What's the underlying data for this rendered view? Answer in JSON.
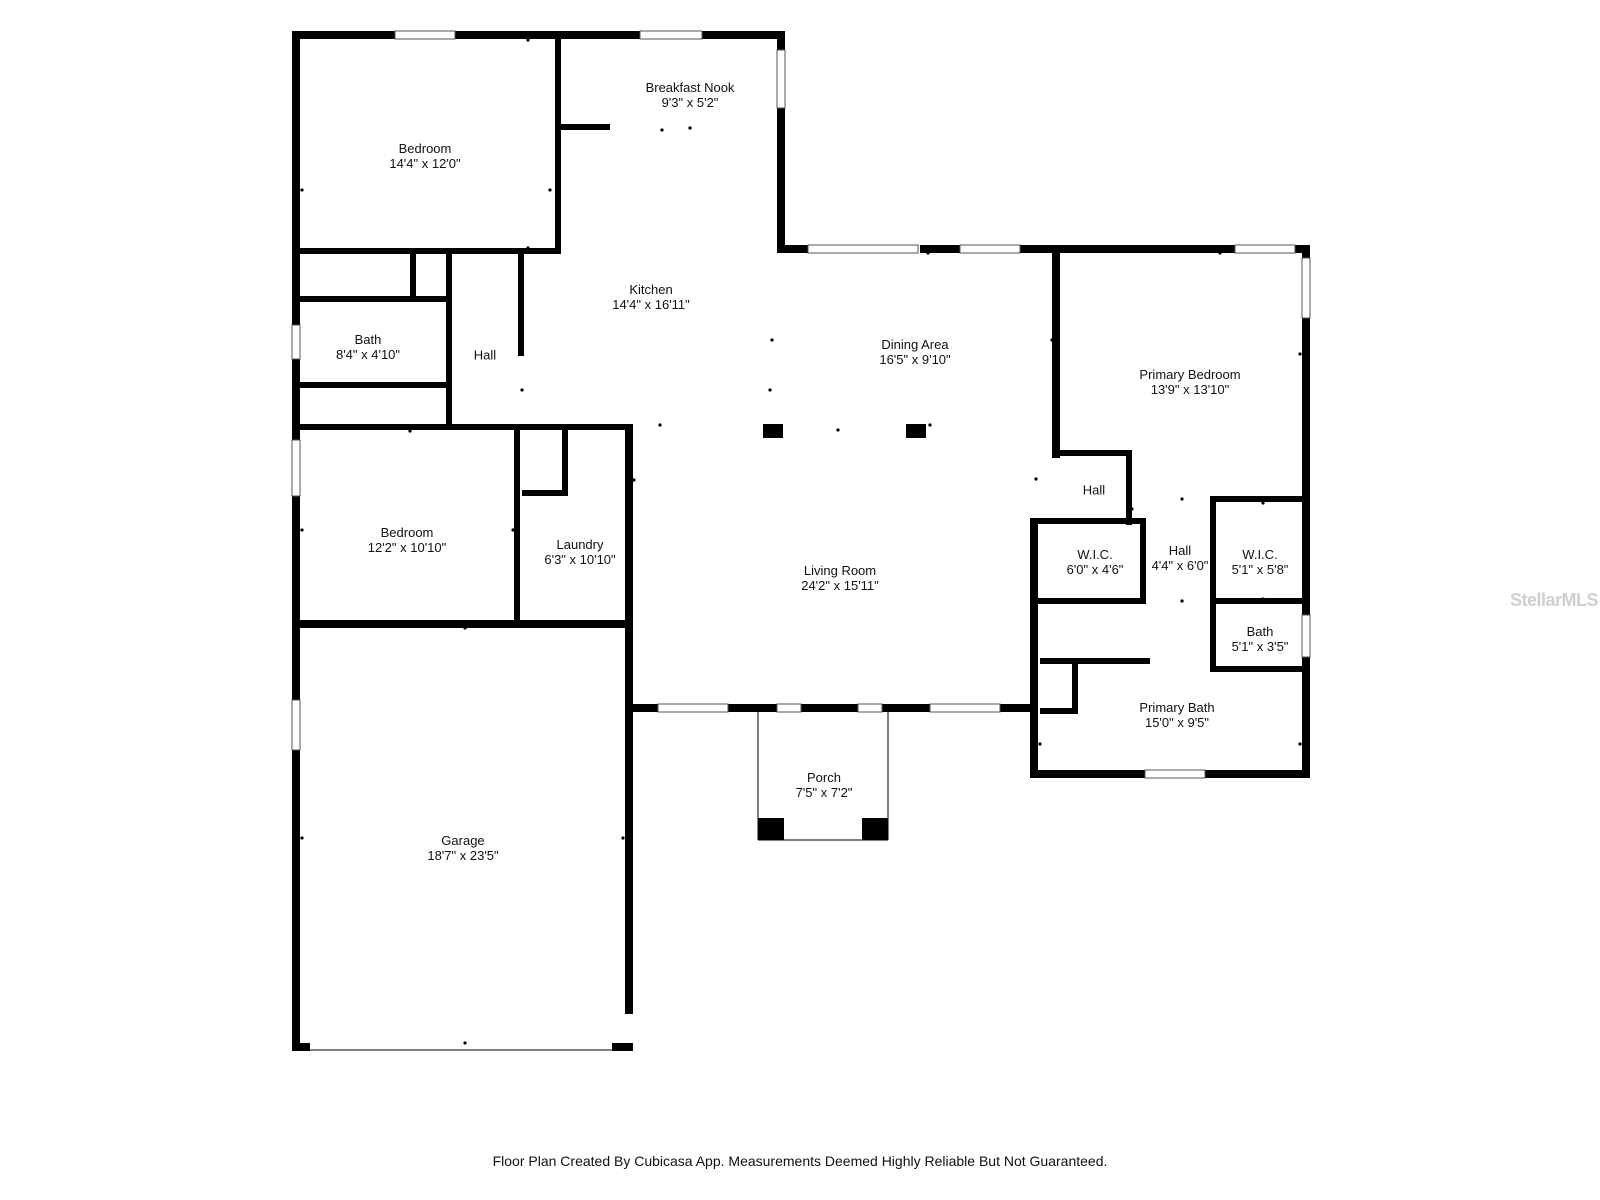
{
  "rooms": {
    "bedroom_nw": {
      "name": "Bedroom",
      "dims": "14'4\" x 12'0\""
    },
    "breakfast_nook": {
      "name": "Breakfast Nook",
      "dims": "9'3\" x 5'2\""
    },
    "kitchen": {
      "name": "Kitchen",
      "dims": "14'4\" x 16'11\""
    },
    "bath_west": {
      "name": "Bath",
      "dims": "8'4\" x 4'10\""
    },
    "hall_west": {
      "name": "Hall",
      "dims": ""
    },
    "dining_area": {
      "name": "Dining Area",
      "dims": "16'5\" x 9'10\""
    },
    "primary_bedroom": {
      "name": "Primary Bedroom",
      "dims": "13'9\" x 13'10\""
    },
    "bedroom_sw": {
      "name": "Bedroom",
      "dims": "12'2\" x 10'10\""
    },
    "laundry": {
      "name": "Laundry",
      "dims": "6'3\" x 10'10\""
    },
    "living_room": {
      "name": "Living Room",
      "dims": "24'2\" x 15'11\""
    },
    "hall_east_upper": {
      "name": "Hall",
      "dims": ""
    },
    "wic_left": {
      "name": "W.I.C.",
      "dims": "6'0\" x 4'6\""
    },
    "hall_east": {
      "name": "Hall",
      "dims": "4'4\" x 6'0\""
    },
    "wic_right": {
      "name": "W.I.C.",
      "dims": "5'1\" x 5'8\""
    },
    "bath_east": {
      "name": "Bath",
      "dims": "5'1\" x 3'5\""
    },
    "primary_bath": {
      "name": "Primary Bath",
      "dims": "15'0\" x 9'5\""
    },
    "porch": {
      "name": "Porch",
      "dims": "7'5\" x 7'2\""
    },
    "garage": {
      "name": "Garage",
      "dims": "18'7\" x 23'5\""
    }
  },
  "footer": "Floor Plan Created By Cubicasa App. Measurements Deemed Highly Reliable But Not Guaranteed.",
  "watermark": "StellarMLS",
  "colors": {
    "wall": "#000000",
    "background": "#ffffff",
    "window": "#ffffff",
    "watermark": "#cfcfcf"
  }
}
